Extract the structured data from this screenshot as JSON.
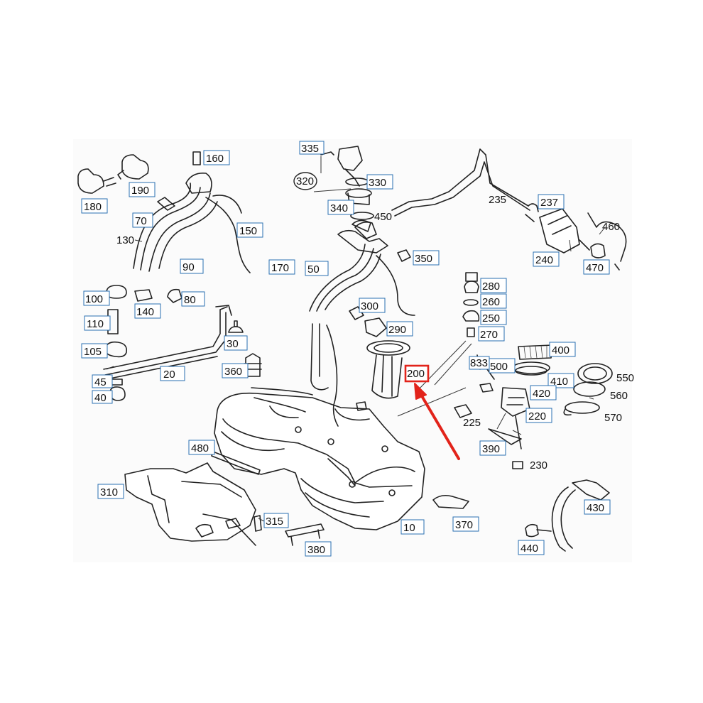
{
  "diagram": {
    "accent_color": "#e2231a",
    "label_box_color": "#2a6fb0",
    "highlighted_part": "200",
    "labels": {
      "l10": "10",
      "l20": "20",
      "l30": "30",
      "l40": "40",
      "l45": "45",
      "l50": "50",
      "l70": "70",
      "l80": "80",
      "l90": "90",
      "l100": "100",
      "l105": "105",
      "l110": "110",
      "l130": "130",
      "l140": "140",
      "l150": "150",
      "l160": "160",
      "l170": "170",
      "l180": "180",
      "l190": "190",
      "l200": "200",
      "l220": "220",
      "l225": "225",
      "l230": "230",
      "l235": "235",
      "l237": "237",
      "l240": "240",
      "l250": "250",
      "l260": "260",
      "l270": "270",
      "l280": "280",
      "l290": "290",
      "l300": "300",
      "l310": "310",
      "l315": "315",
      "l320": "320",
      "l330": "330",
      "l335": "335",
      "l340": "340",
      "l350": "350",
      "l360": "360",
      "l370": "370",
      "l380": "380",
      "l390": "390",
      "l400": "400",
      "l410": "410",
      "l420": "420",
      "l430": "430",
      "l440": "440",
      "l450": "450",
      "l460": "460",
      "l470": "470",
      "l480": "480",
      "l500": "500",
      "l550": "550",
      "l560": "560",
      "l570": "570",
      "l833": "833"
    }
  }
}
